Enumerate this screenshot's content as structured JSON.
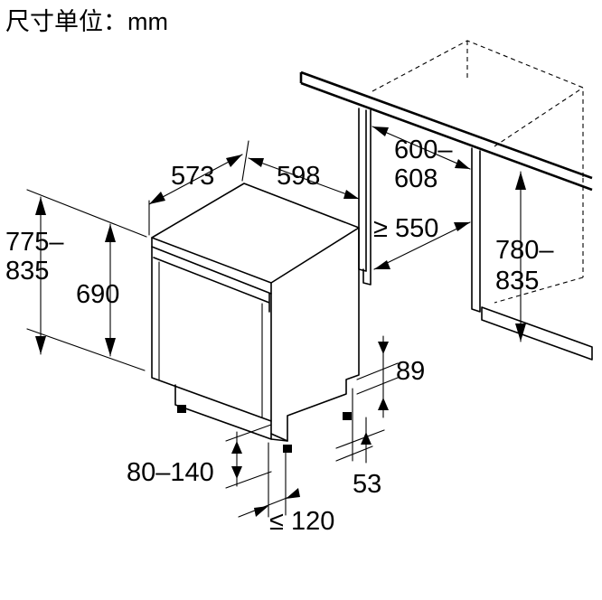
{
  "header": {
    "units_label": "尺寸单位：mm"
  },
  "dimensions": {
    "depth": "573",
    "width": "598",
    "height_total_top": "775–",
    "height_total_bottom": "835",
    "height_body": "690",
    "niche_depth_top": "600–",
    "niche_depth_bottom": "608",
    "min_depth": "≥ 550",
    "niche_height_top": "780–",
    "niche_height_bottom": "835",
    "plinth_offset": "89",
    "plinth_height": "53",
    "foot_range": "80–140",
    "max_recess": "≤ 120"
  }
}
